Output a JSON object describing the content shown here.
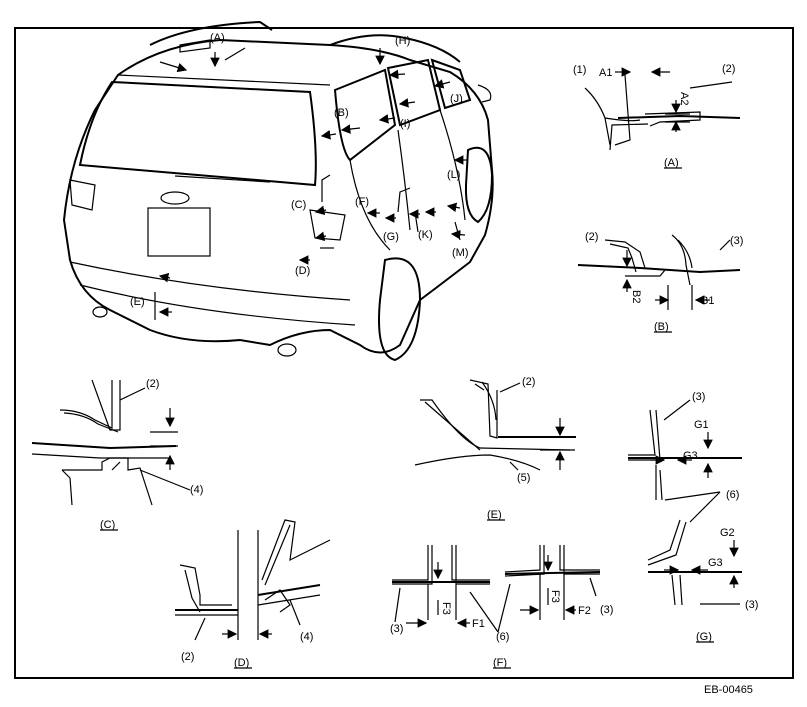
{
  "figure": {
    "reference": "EB-00465",
    "callouts": {
      "A": "(A)",
      "B": "(B)",
      "C": "(C)",
      "D": "(D)",
      "E": "(E)",
      "F": "(F)",
      "G": "(G)",
      "H": "(H)",
      "I": "(I)",
      "J": "(J)",
      "K": "(K)",
      "L": "(L)",
      "M": "(M)"
    },
    "parts": {
      "p1": "(1)",
      "p2": "(2)",
      "p3": "(3)",
      "p4": "(4)",
      "p5": "(5)",
      "p6": "(6)"
    },
    "dimensions": {
      "A1": "A1",
      "A2": "A2",
      "B1": "B1",
      "B2": "B2",
      "F1": "F1",
      "F2": "F2",
      "F3": "F3",
      "G1": "G1",
      "G2": "G2",
      "G3": "G3"
    },
    "detail_titles": {
      "A": "(A)",
      "B": "(B)",
      "C": "(C)",
      "D": "(D)",
      "E": "(E)",
      "F": "(F)",
      "G": "(G)"
    }
  }
}
